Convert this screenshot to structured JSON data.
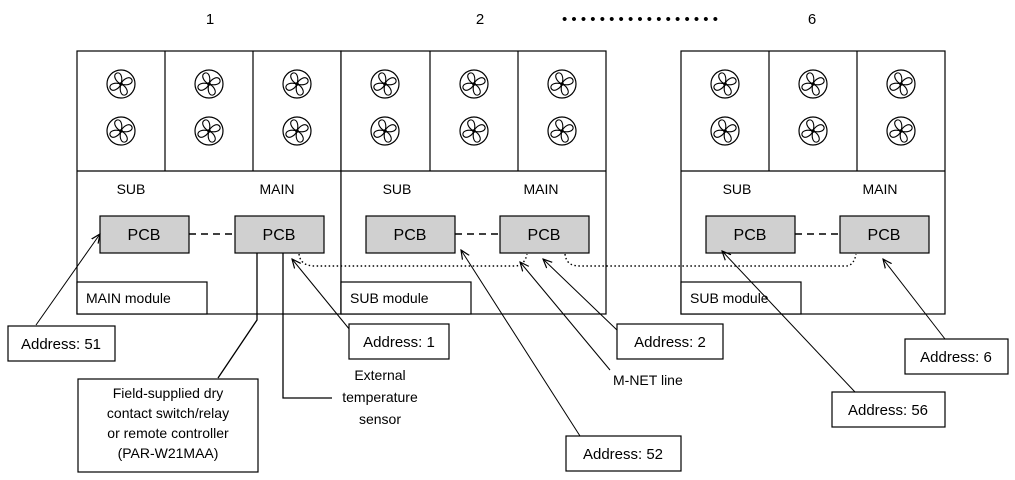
{
  "unit_numbers": [
    "1",
    "2",
    "6"
  ],
  "ellipsis": "• • • • • • • • • • • • • • • • •",
  "units": [
    {
      "sub_label": "SUB",
      "main_label": "MAIN",
      "pcb_label": "PCB",
      "module_label": "MAIN module"
    },
    {
      "sub_label": "SUB",
      "main_label": "MAIN",
      "pcb_label": "PCB",
      "module_label": "SUB module"
    },
    {
      "sub_label": "SUB",
      "main_label": "MAIN",
      "pcb_label": "PCB",
      "module_label": "SUB module"
    }
  ],
  "addresses": {
    "a51": "Address: 51",
    "a1": "Address: 1",
    "a2": "Address: 2",
    "a6": "Address: 6",
    "a52": "Address: 52",
    "a56": "Address: 56"
  },
  "labels": {
    "external_sensor": [
      "External",
      "temperature",
      "sensor"
    ],
    "field_supplied": [
      "Field-supplied dry",
      "contact switch/relay",
      "or remote controller",
      "(PAR-W21MAA)"
    ],
    "mnet_line": "M-NET line"
  }
}
